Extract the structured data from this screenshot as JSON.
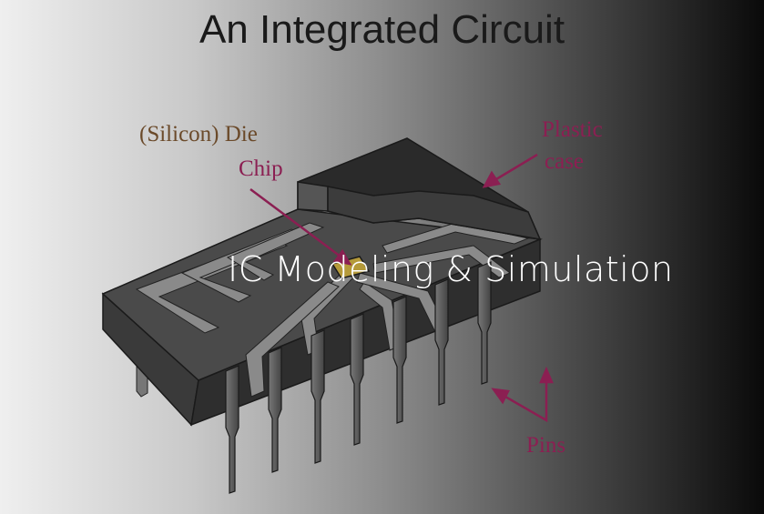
{
  "title": "An Integrated Circuit",
  "overlay_title": "IC Modeling & Simulation",
  "labels": {
    "die": "(Silicon) Die",
    "chip": "Chip",
    "plastic": "Plastic",
    "case": "case",
    "pins": "Pins"
  },
  "colors": {
    "die_label": "#6b4a2a",
    "accent_label": "#8b1f52"
  }
}
